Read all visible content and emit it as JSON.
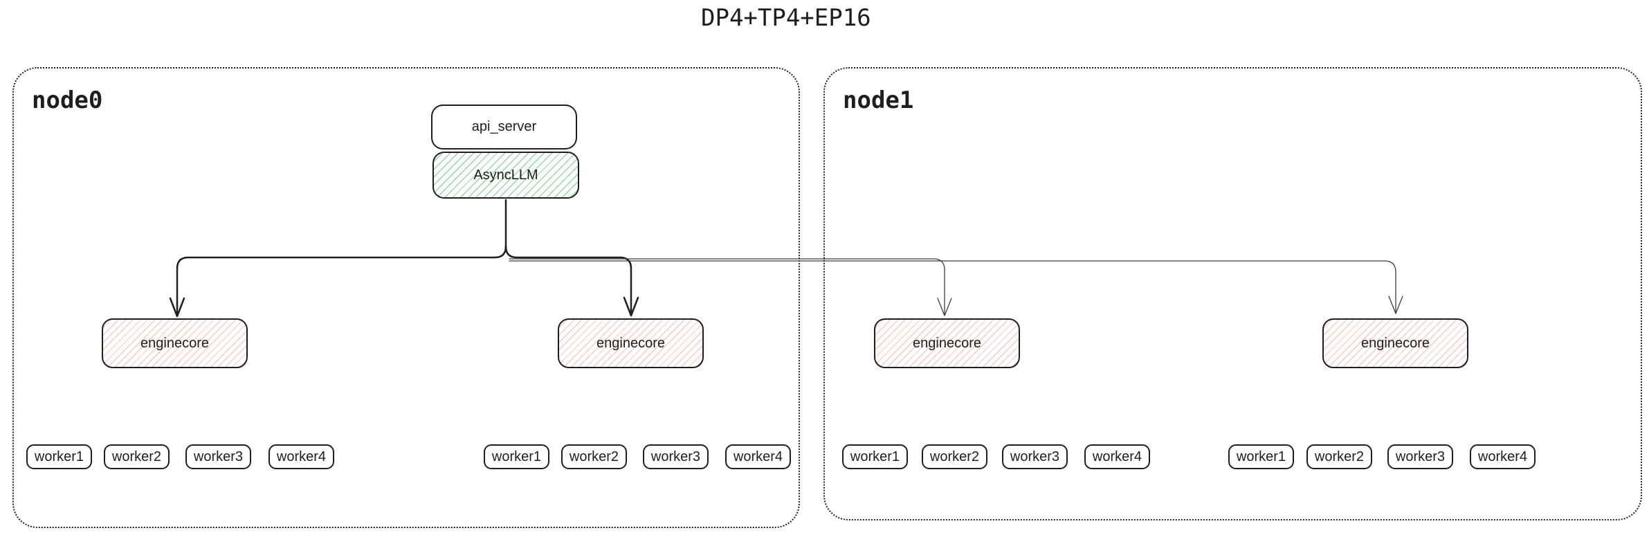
{
  "title": "DP4+TP4+EP16",
  "stack": {
    "api_server": "api_server",
    "async_llm": "AsyncLLM"
  },
  "nodes": [
    {
      "label": "node0",
      "groups": [
        {
          "core": "enginecore",
          "workers": [
            "worker1",
            "worker2",
            "worker3",
            "worker4"
          ]
        },
        {
          "core": "enginecore",
          "workers": [
            "worker1",
            "worker2",
            "worker3",
            "worker4"
          ]
        }
      ]
    },
    {
      "label": "node1",
      "groups": [
        {
          "core": "enginecore",
          "workers": [
            "worker1",
            "worker2",
            "worker3",
            "worker4"
          ]
        },
        {
          "core": "enginecore",
          "workers": [
            "worker1",
            "worker2",
            "worker3",
            "worker4"
          ]
        }
      ]
    }
  ],
  "colors": {
    "ink": "#1e1e1e",
    "green_fill": "#52c478",
    "red_fill": "#ff8787",
    "secondary_line": "#3d3d3d",
    "background": "#ffffff"
  }
}
